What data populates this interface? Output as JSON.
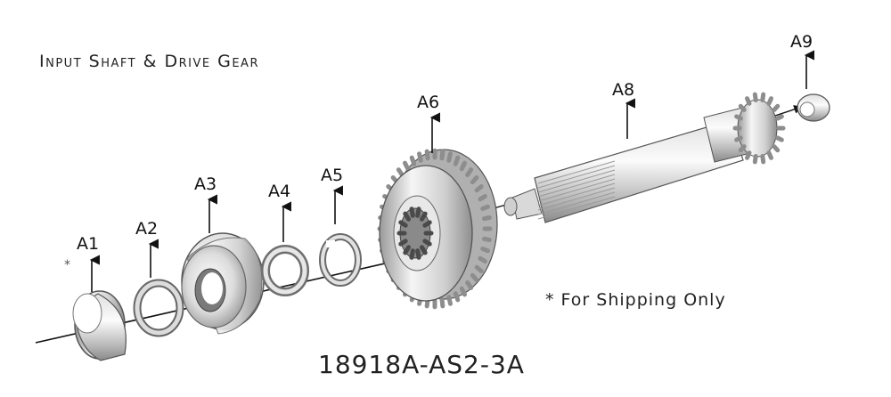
{
  "title": "Input Shaft & Drive Gear",
  "callouts": {
    "a1": "A1",
    "a2": "A2",
    "a3": "A3",
    "a4": "A4",
    "a5": "A5",
    "a6": "A6",
    "a8": "A8",
    "a9": "A9"
  },
  "asterisk": "*",
  "note": "* For Shipping Only",
  "part_number": "18918A-AS2-3A",
  "colors": {
    "metal_light": "#f2f2f2",
    "metal_mid": "#c8c8c8",
    "metal_dark": "#7a7a7a",
    "line": "#111111"
  }
}
